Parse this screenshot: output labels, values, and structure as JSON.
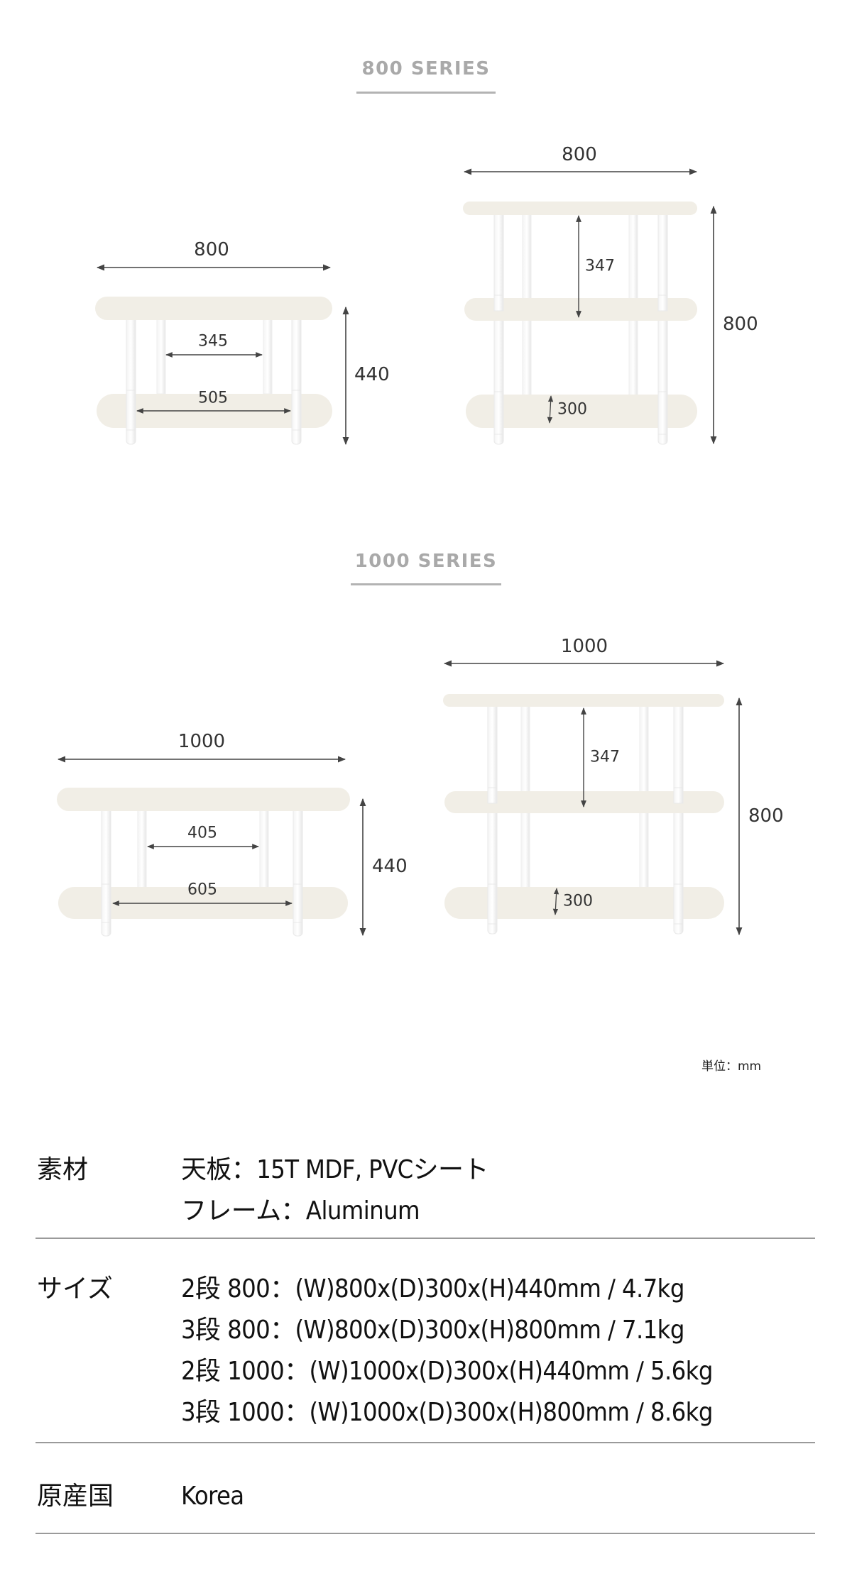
{
  "series": [
    {
      "title": "800 SERIES",
      "units": [
        {
          "name": "2-tier-800",
          "width_label": "800",
          "height_label": "440",
          "inner_top_label": "345",
          "inner_bottom_label": "505"
        },
        {
          "name": "3-tier-800",
          "width_label": "800",
          "height_label": "800",
          "shelf_gap_label": "347",
          "bottom_clearance_label": "300"
        }
      ]
    },
    {
      "title": "1000 SERIES",
      "units": [
        {
          "name": "2-tier-1000",
          "width_label": "1000",
          "height_label": "440",
          "inner_top_label": "405",
          "inner_bottom_label": "605"
        },
        {
          "name": "3-tier-1000",
          "width_label": "1000",
          "height_label": "800",
          "shelf_gap_label": "347",
          "bottom_clearance_label": "300"
        }
      ]
    }
  ],
  "unit_note": "単位：mm",
  "specs": {
    "material": {
      "label": "素材",
      "lines": [
        "天板：15T MDF, PVCシート",
        "フレーム：Aluminum"
      ]
    },
    "size": {
      "label": "サイズ",
      "lines": [
        "2段 800：(W)800x(D)300x(H)440mm / 4.7kg",
        "3段 800：(W)800x(D)300x(H)800mm / 7.1kg",
        "2段 1000：(W)1000x(D)300x(H)440mm / 5.6kg",
        "3段 1000：(W)1000x(D)300x(H)800mm / 8.6kg"
      ]
    },
    "origin": {
      "label": "原産国",
      "lines": [
        "Korea"
      ]
    }
  },
  "colors": {
    "series_title": "#a9a9a9",
    "shelf": "#f1eee6",
    "leg": "#ffffff",
    "dimension_line": "#444444",
    "divider": "#9a9a9a"
  }
}
